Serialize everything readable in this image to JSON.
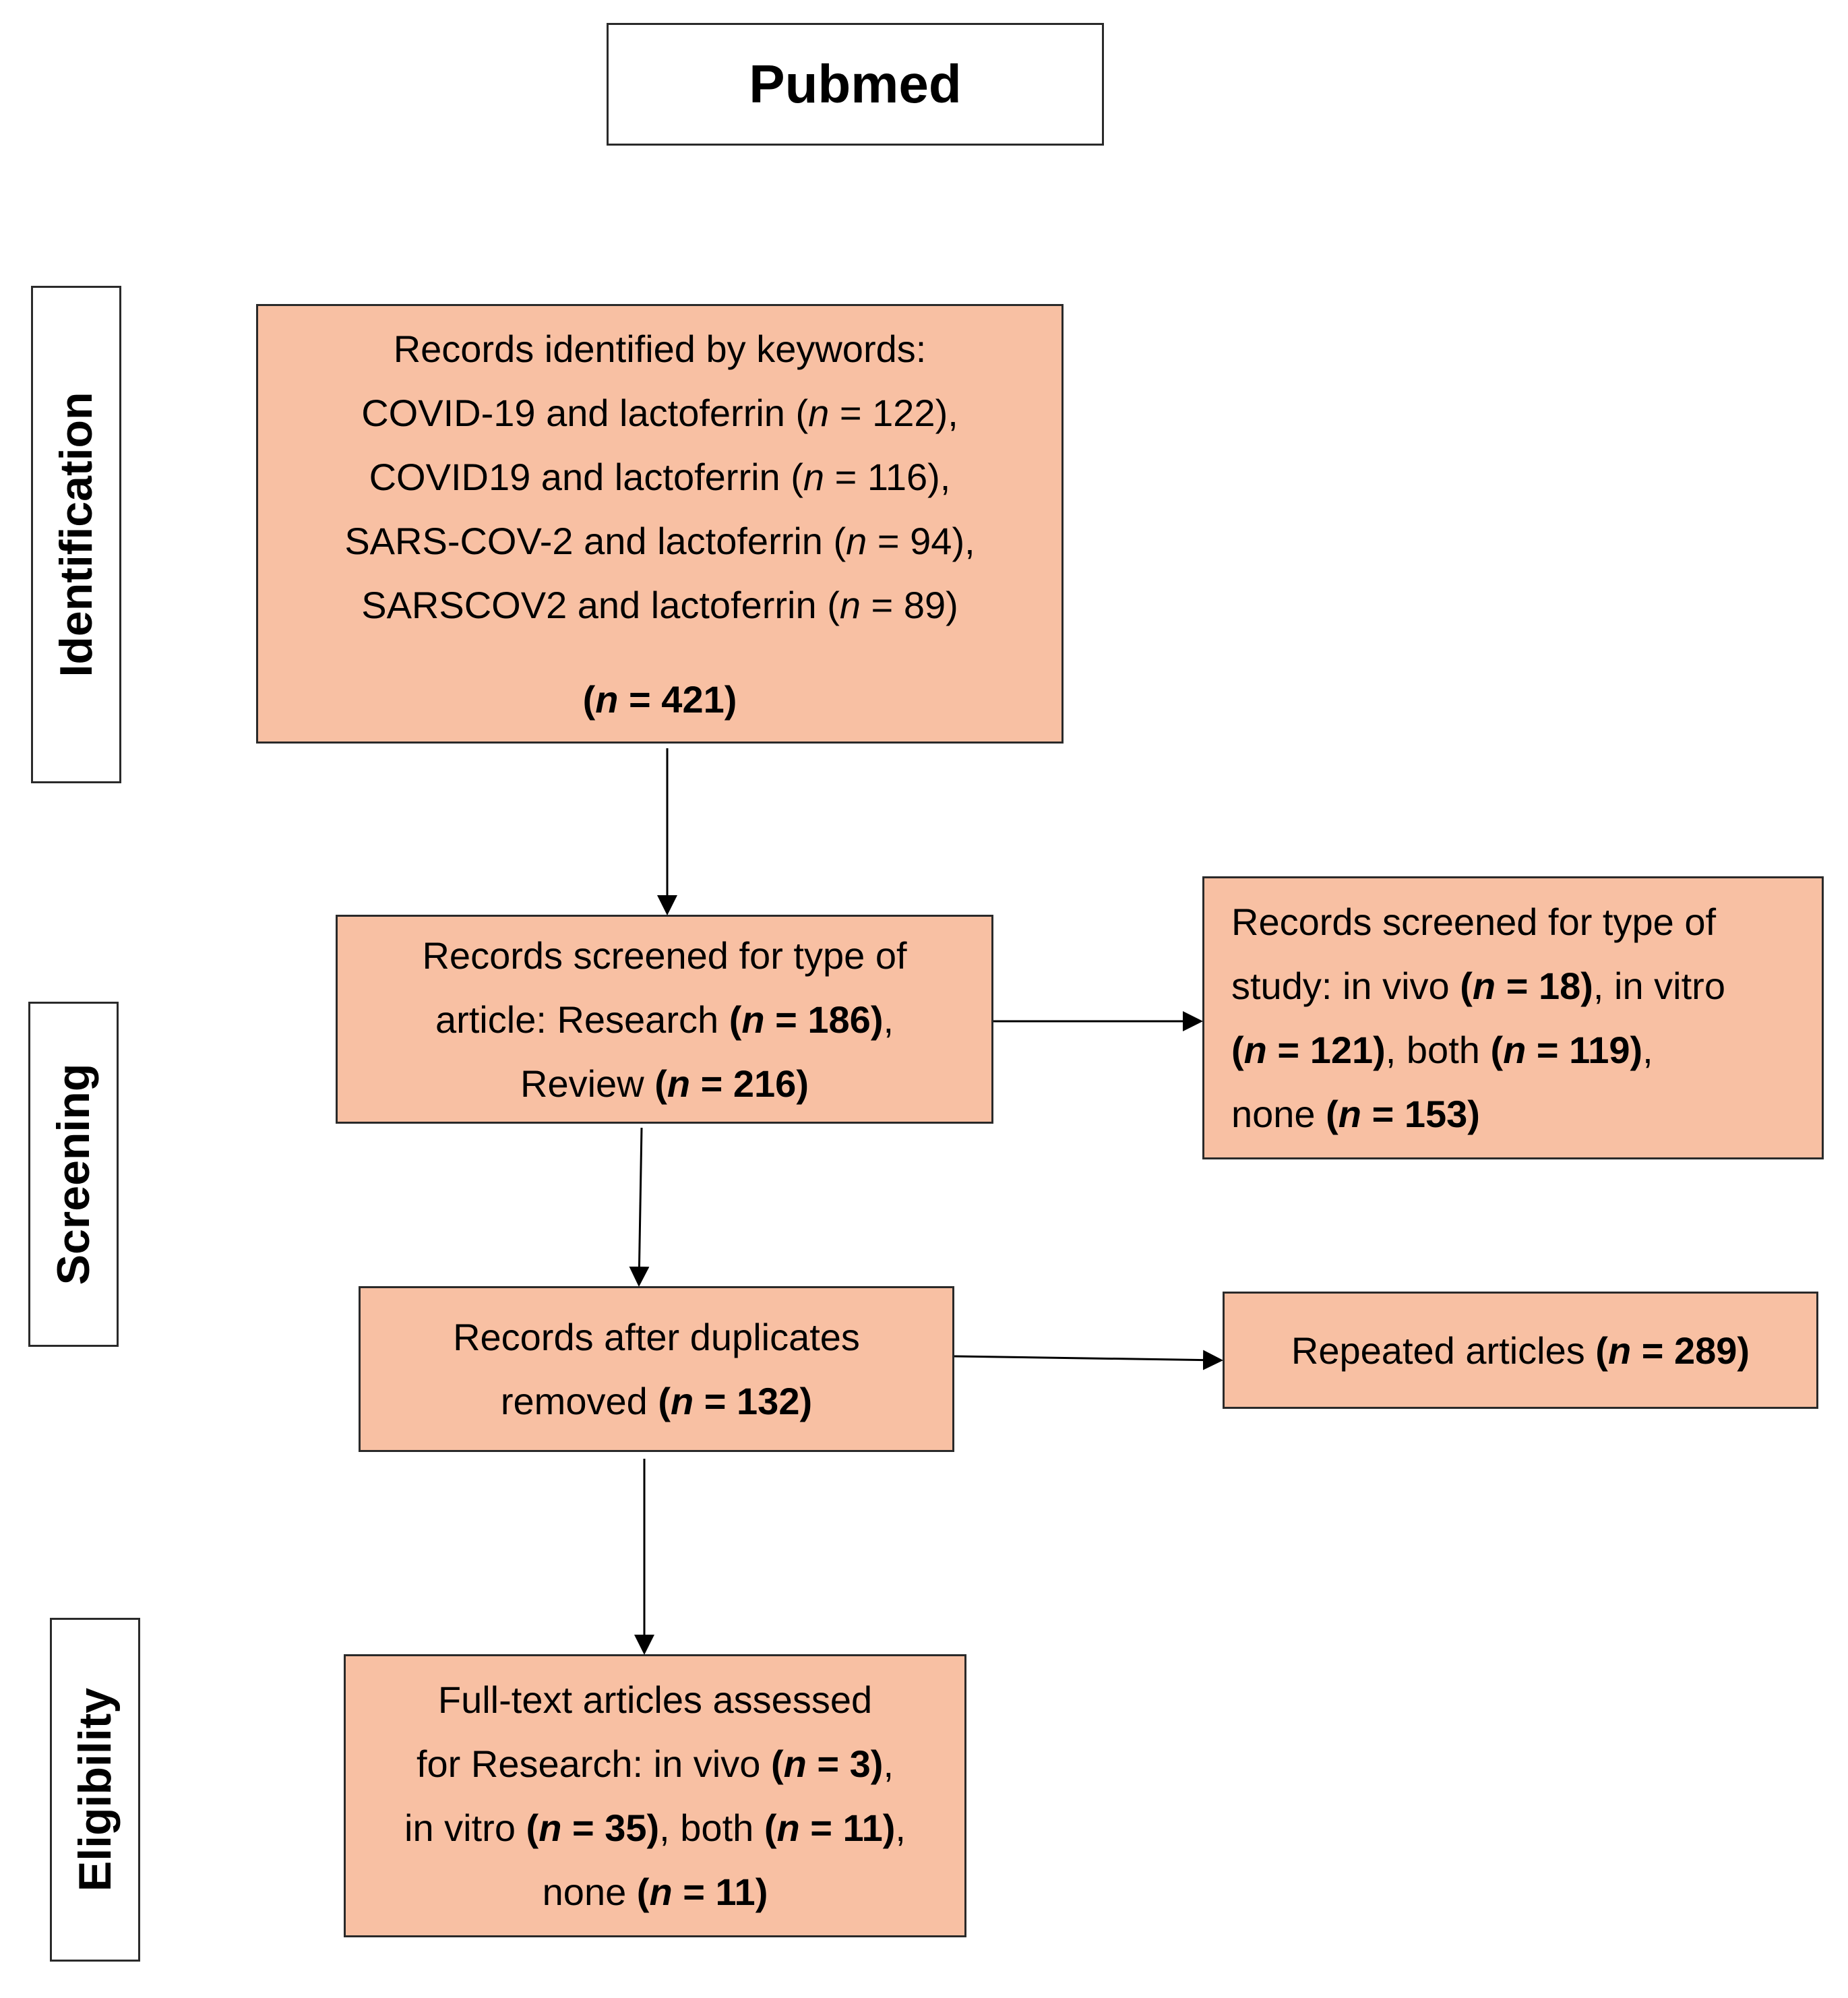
{
  "header": {
    "title": "Pubmed"
  },
  "stages": {
    "identification": "Identification",
    "screening": "Screening",
    "eligibility": "Eligibility"
  },
  "n_symbol": "n",
  "identified": {
    "heading": "Records identified by keywords:",
    "items": [
      {
        "pre": "COVID-19 and lactoferrin (",
        "val": " = 122",
        "post": "),"
      },
      {
        "pre": "COVID19 and lactoferrin (",
        "val": " = 116",
        "post": "),"
      },
      {
        "pre": "SARS-COV-2 and lactoferrin (",
        "val": " = 94",
        "post": "),"
      },
      {
        "pre": "SARSCOV2 and lactoferrin (",
        "val": " = 89",
        "post": ")"
      }
    ],
    "total_open": "(",
    "total_val": " = 421)"
  },
  "screened_article": {
    "l1": "Records screened for type of",
    "l2_pre": "article: Research ",
    "l2_open": "(",
    "l2_val": " = 186)",
    "l2_post": ",",
    "l3_pre": "Review ",
    "l3_open": "(",
    "l3_val": " = 216)"
  },
  "screened_study": {
    "l1": "Records screened for type of",
    "l2_pre": "study: in vivo ",
    "l2_open": "(",
    "l2_val": " = 18)",
    "l2_post": ", in vitro",
    "l3_open": "(",
    "l3_val": " = 121)",
    "l3_mid": ", both ",
    "l3_open2": "(",
    "l3_val2": " = 119)",
    "l3_post": ",",
    "l4_pre": "none ",
    "l4_open": "(",
    "l4_val": " = 153)"
  },
  "after_duplicates": {
    "l1": "Records after duplicates",
    "l2_pre": "removed ",
    "l2_open": "(",
    "l2_val": " = 132)"
  },
  "repeated": {
    "pre": "Repeated articles ",
    "open": "(",
    "val": " = 289)"
  },
  "fulltext": {
    "l1": "Full-text articles assessed",
    "l2_pre": "for Research: in vivo ",
    "l2_open": "(",
    "l2_val": " = 3)",
    "l2_post": ",",
    "l3_pre": "in vitro ",
    "l3_open": "(",
    "l3_val": " = 35)",
    "l3_mid": ", both ",
    "l3_open2": "(",
    "l3_val2": " = 11)",
    "l3_post": ",",
    "l4_pre": "none ",
    "l4_open": "(",
    "l4_val": " = 11)"
  }
}
